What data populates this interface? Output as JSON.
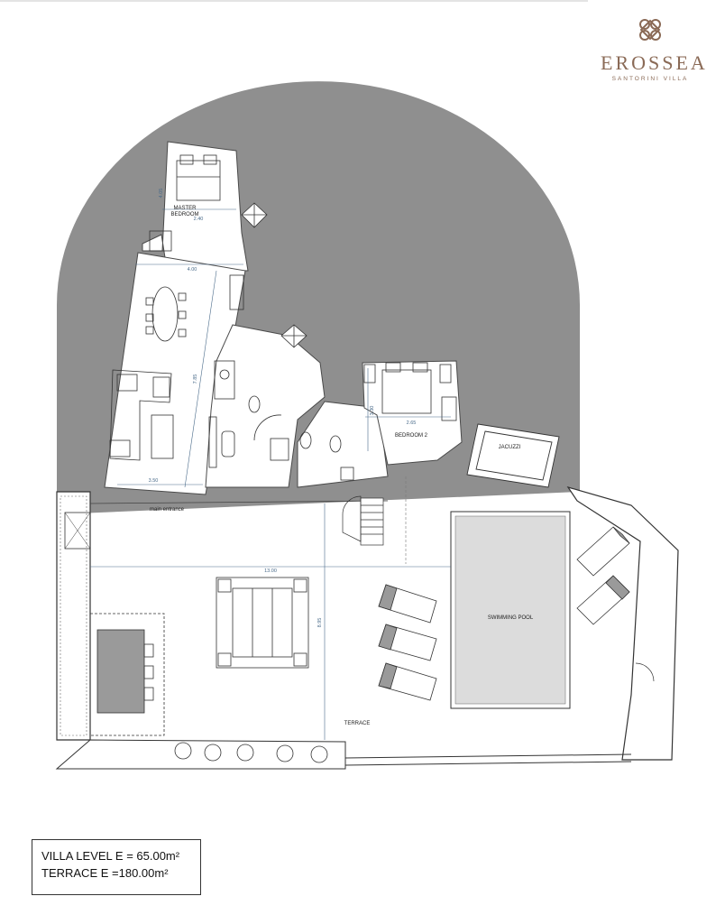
{
  "brand": {
    "name": "EROSSEA",
    "tagline": "SANTORINI VILLA",
    "color": "#8a6a56"
  },
  "rooms": {
    "master_bedroom": "MASTER\nBEDROOM",
    "bedroom_2": "BEDROOM 2",
    "jacuzzi": "JACUZZI",
    "swimming_pool": "SWIMMING POOL",
    "terrace": "TERRACE",
    "main_entrance": "main entrance"
  },
  "dimensions": {
    "master_width": "2.40",
    "master_depth": "4.05",
    "living_width_top": "4.00",
    "living_depth": "7.85",
    "living_width_bottom": "3.50",
    "bedroom2_width": "2.65",
    "bedroom2_depth": "3.30",
    "terrace_width": "13.00",
    "terrace_depth": "8.95"
  },
  "areas": {
    "villa": "VILLA LEVEL  E = 65.00m²",
    "terrace": "TERRACE    E =180.00m²"
  },
  "colors": {
    "rock": "#8f8f8f",
    "wall": "#5a5a5a",
    "line": "#333333"
  }
}
